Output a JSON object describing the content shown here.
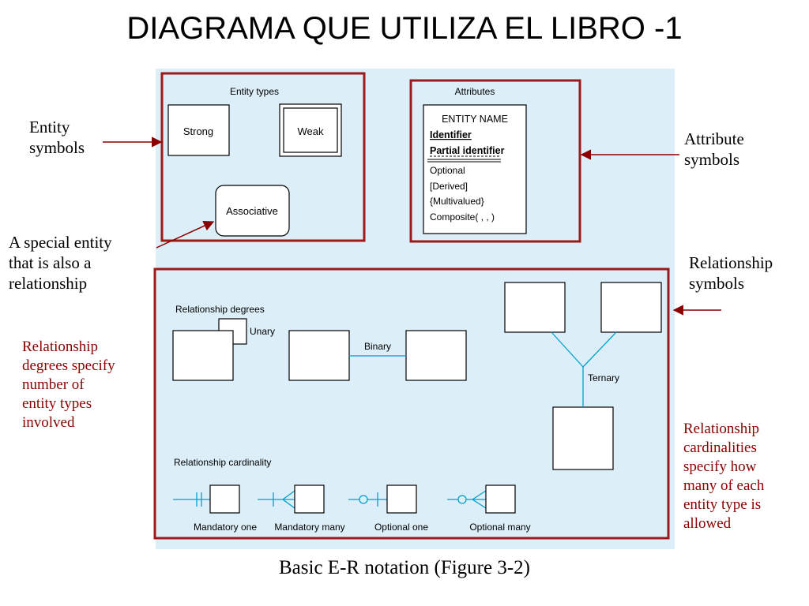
{
  "slide": {
    "title": "DIAGRAMA QUE UTILIZA EL LIBRO -1",
    "caption": "Basic E-R notation (Figure 3-2)"
  },
  "annotations": {
    "entity_symbols": [
      "Entity",
      "symbols"
    ],
    "special_entity": [
      "A special entity",
      "that is also a",
      "relationship"
    ],
    "degrees_note": [
      "Relationship",
      "degrees specify",
      "number of",
      "entity types",
      "involved"
    ],
    "attribute_symbols": [
      "Attribute",
      "symbols"
    ],
    "relationship_symbols": [
      "Relationship",
      "symbols"
    ],
    "cardinalities_note": [
      "Relationship",
      "cardinalities",
      "specify how",
      "many of each",
      "entity type is",
      "allowed"
    ]
  },
  "figure": {
    "entity_types": {
      "heading": "Entity types",
      "strong": "Strong",
      "weak": "Weak",
      "associative": "Associative"
    },
    "attributes": {
      "heading": "Attributes",
      "entity_name": "ENTITY NAME",
      "identifier": "Identifier",
      "partial_identifier": "Partial identifier",
      "optional": "Optional",
      "derived": "[Derived]",
      "multivalued": "{Multivalued}",
      "composite": "Composite( , , )"
    },
    "relationships": {
      "degrees_heading": "Relationship degrees",
      "unary": "Unary",
      "binary": "Binary",
      "ternary": "Ternary",
      "cardinality_heading": "Relationship cardinality",
      "mandatory_one": "Mandatory one",
      "mandatory_many": "Mandatory many",
      "optional_one": "Optional one",
      "optional_many": "Optional many"
    }
  },
  "colors": {
    "panel_bg": "#dceef8",
    "frame": "#9b1b1b",
    "arrow": "#8b0000",
    "line": "#00a0d0",
    "red_text": "#8b0000"
  }
}
